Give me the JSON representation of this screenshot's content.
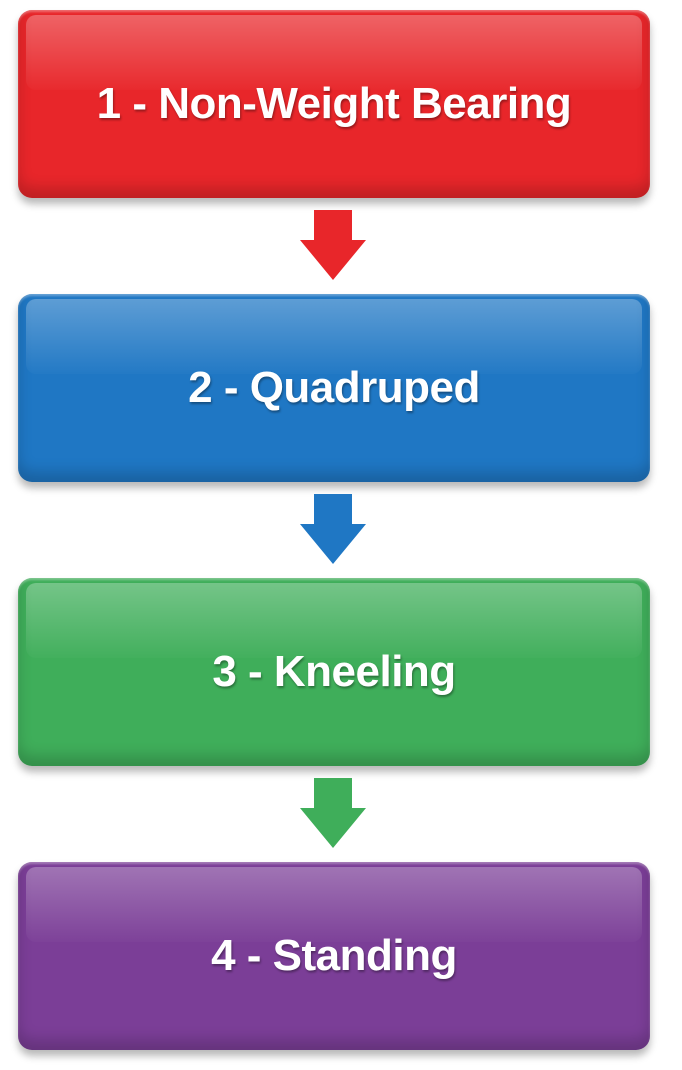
{
  "steps": [
    {
      "label": "1 - Non-Weight Bearing",
      "color": "#e8262a"
    },
    {
      "label": "2 - Quadruped",
      "color": "#1f77c4"
    },
    {
      "label": "3 - Kneeling",
      "color": "#3fae5a"
    },
    {
      "label": "4 - Standing",
      "color": "#7b3e97"
    }
  ],
  "arrows": [
    {
      "color": "#e8262a"
    },
    {
      "color": "#1f77c4"
    },
    {
      "color": "#3fae5a"
    }
  ]
}
